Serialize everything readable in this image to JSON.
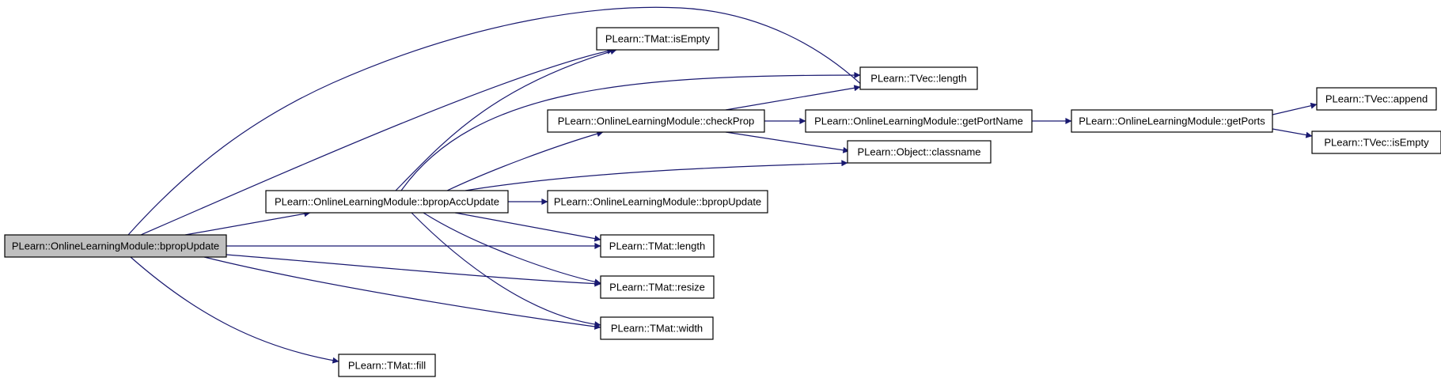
{
  "colors": {
    "edge": "#191970",
    "node_fill": "#ffffff",
    "root_fill": "#bfbfbf",
    "node_border": "#000000"
  },
  "nodes": [
    {
      "id": "root",
      "label": "PLearn::OnlineLearningModule::bpropUpdate",
      "root": true
    },
    {
      "id": "acc",
      "label": "PLearn::OnlineLearningModule::bpropAccUpdate"
    },
    {
      "id": "bpu2",
      "label": "PLearn::OnlineLearningModule::bpropUpdate"
    },
    {
      "id": "check",
      "label": "PLearn::OnlineLearningModule::checkProp"
    },
    {
      "id": "isempty",
      "label": "PLearn::TMat::isEmpty"
    },
    {
      "id": "tveclen",
      "label": "PLearn::TVec::length"
    },
    {
      "id": "portname",
      "label": "PLearn::OnlineLearningModule::getPortName"
    },
    {
      "id": "classname",
      "label": "PLearn::Object::classname"
    },
    {
      "id": "getports",
      "label": "PLearn::OnlineLearningModule::getPorts"
    },
    {
      "id": "append",
      "label": "PLearn::TVec::append"
    },
    {
      "id": "tvecempty",
      "label": "PLearn::TVec::isEmpty"
    },
    {
      "id": "tmatlen",
      "label": "PLearn::TMat::length"
    },
    {
      "id": "resize",
      "label": "PLearn::TMat::resize"
    },
    {
      "id": "width",
      "label": "PLearn::TMat::width"
    },
    {
      "id": "fill",
      "label": "PLearn::TMat::fill"
    }
  ],
  "edges": [
    {
      "from": "root",
      "to": "tveclen"
    },
    {
      "from": "root",
      "to": "isempty"
    },
    {
      "from": "root",
      "to": "acc"
    },
    {
      "from": "root",
      "to": "tmatlen"
    },
    {
      "from": "root",
      "to": "resize"
    },
    {
      "from": "root",
      "to": "width"
    },
    {
      "from": "root",
      "to": "fill"
    },
    {
      "from": "acc",
      "to": "isempty"
    },
    {
      "from": "acc",
      "to": "tveclen"
    },
    {
      "from": "acc",
      "to": "check"
    },
    {
      "from": "acc",
      "to": "classname"
    },
    {
      "from": "acc",
      "to": "bpu2"
    },
    {
      "from": "acc",
      "to": "tmatlen"
    },
    {
      "from": "acc",
      "to": "resize"
    },
    {
      "from": "acc",
      "to": "width"
    },
    {
      "from": "check",
      "to": "tveclen"
    },
    {
      "from": "check",
      "to": "portname"
    },
    {
      "from": "check",
      "to": "classname"
    },
    {
      "from": "portname",
      "to": "getports"
    },
    {
      "from": "getports",
      "to": "append"
    },
    {
      "from": "getports",
      "to": "tvecempty"
    }
  ]
}
